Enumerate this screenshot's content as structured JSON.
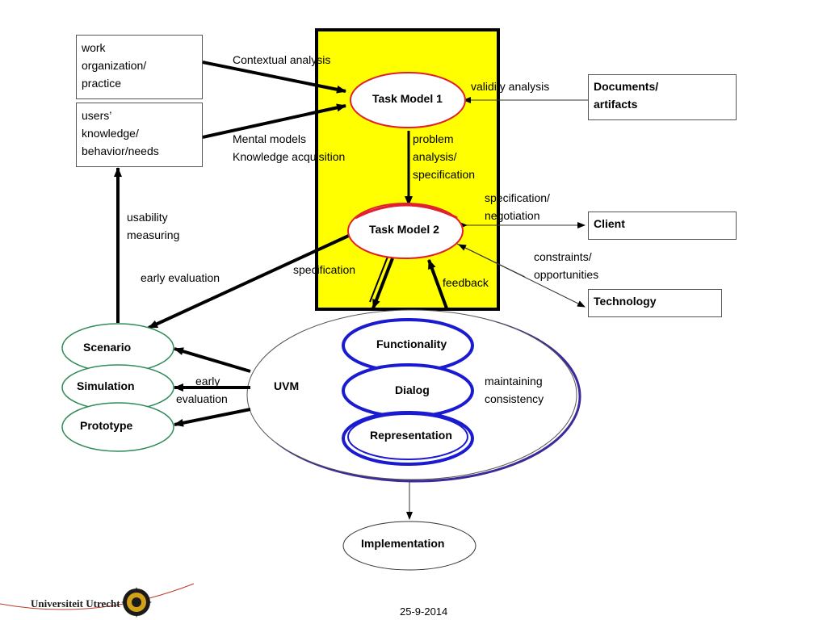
{
  "boxes": {
    "work_org": [
      "work",
      "organization/",
      "practice"
    ],
    "users": [
      "users’",
      "knowledge/",
      "behavior/needs"
    ],
    "documents": [
      "Documents/",
      "artifacts"
    ],
    "client": "Client",
    "technology": "Technology"
  },
  "nodes": {
    "task_model_1": "Task Model 1",
    "task_model_2": "Task Model 2",
    "scenario": "Scenario",
    "simulation": "Simulation",
    "prototype": "Prototype",
    "uvm": "UVM",
    "functionality": "Functionality",
    "dialog": "Dialog",
    "representation": "Representation",
    "implementation": "Implementation"
  },
  "labels": {
    "contextual_analysis": "Contextual analysis",
    "validity_analysis": "validity analysis",
    "mental_models": "Mental models",
    "knowledge_acquisition": "Knowledge acquisition",
    "problem_analysis": [
      "problem",
      "analysis/",
      "specification"
    ],
    "spec_negotiation": [
      "specification/",
      "negotiation"
    ],
    "usability_measuring": [
      "usability",
      "measuring"
    ],
    "early_evaluation_top": "early evaluation",
    "specification": "specification",
    "feedback": "feedback",
    "constraints": [
      "constraints/",
      "opportunities"
    ],
    "early_evaluation_bottom": [
      "early",
      "evaluation"
    ],
    "maintaining_consistency": [
      "maintaining",
      "consistency"
    ]
  },
  "footer": {
    "logo": "Universiteit Utrecht",
    "date": "25-9-2014"
  },
  "colors": {
    "highlight": "#ffff00",
    "task_model_border": "#e0202a",
    "uvm_inner_border": "#1a1ad0",
    "uvm_outer_shadow": "#3a2a9a",
    "scenario_border": "#2e8b57",
    "logo_red": "#c0392b"
  }
}
